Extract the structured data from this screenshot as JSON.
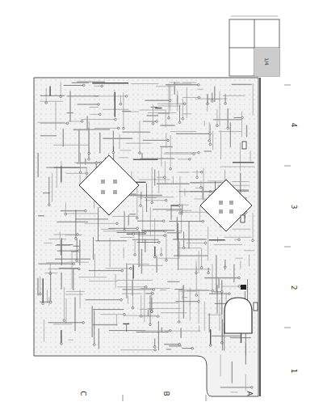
{
  "diagram": {
    "labels": [
      "C",
      "B",
      "A",
      "1",
      "2",
      "3",
      "4",
      "1/4"
    ]
  }
}
